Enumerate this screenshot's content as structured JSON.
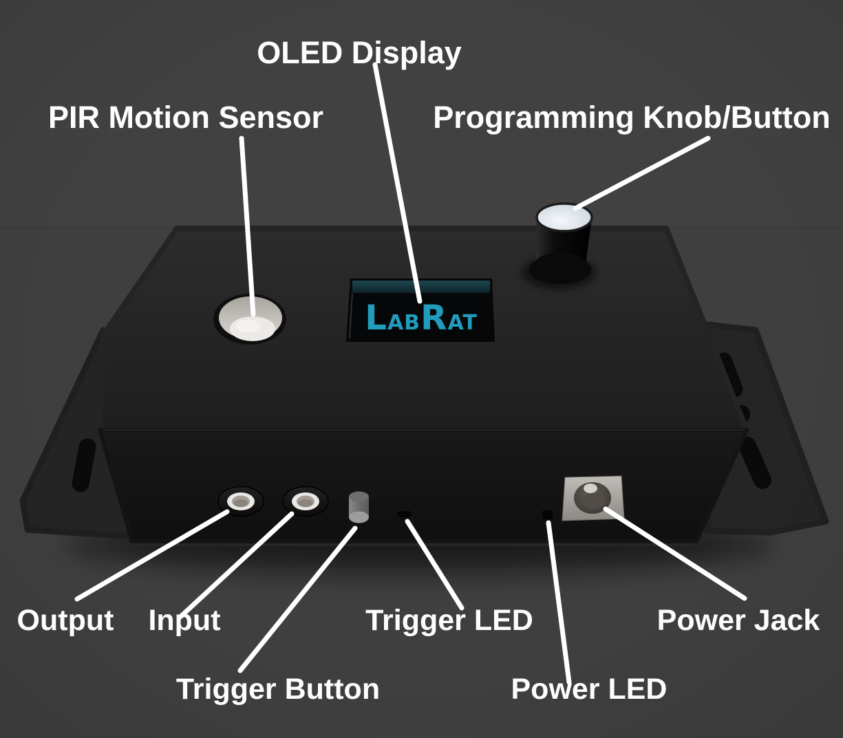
{
  "diagram": {
    "type": "labeled hardware product diagram",
    "device_name": "LabRat"
  },
  "display": {
    "logo_part1": "L",
    "logo_part2": "AB",
    "logo_part3": "R",
    "logo_part4": "AT"
  },
  "callouts": {
    "oled": {
      "label": "OLED Display"
    },
    "pir": {
      "label": "PIR Motion Sensor"
    },
    "knob": {
      "label": "Programming Knob/Button"
    },
    "output": {
      "label": "Output"
    },
    "input": {
      "label": "Input"
    },
    "trigger_button": {
      "label": "Trigger Button"
    },
    "trigger_led": {
      "label": "Trigger LED"
    },
    "power_led": {
      "label": "Power LED"
    },
    "power_jack": {
      "label": "Power Jack"
    }
  },
  "colors": {
    "background": "#414141",
    "label_text": "#fdfdfd",
    "leader_line": "#ffffff",
    "logo_accent": "#229CBC",
    "device_body": "#1e1e1e",
    "knob_top": "#e3e9ef"
  }
}
